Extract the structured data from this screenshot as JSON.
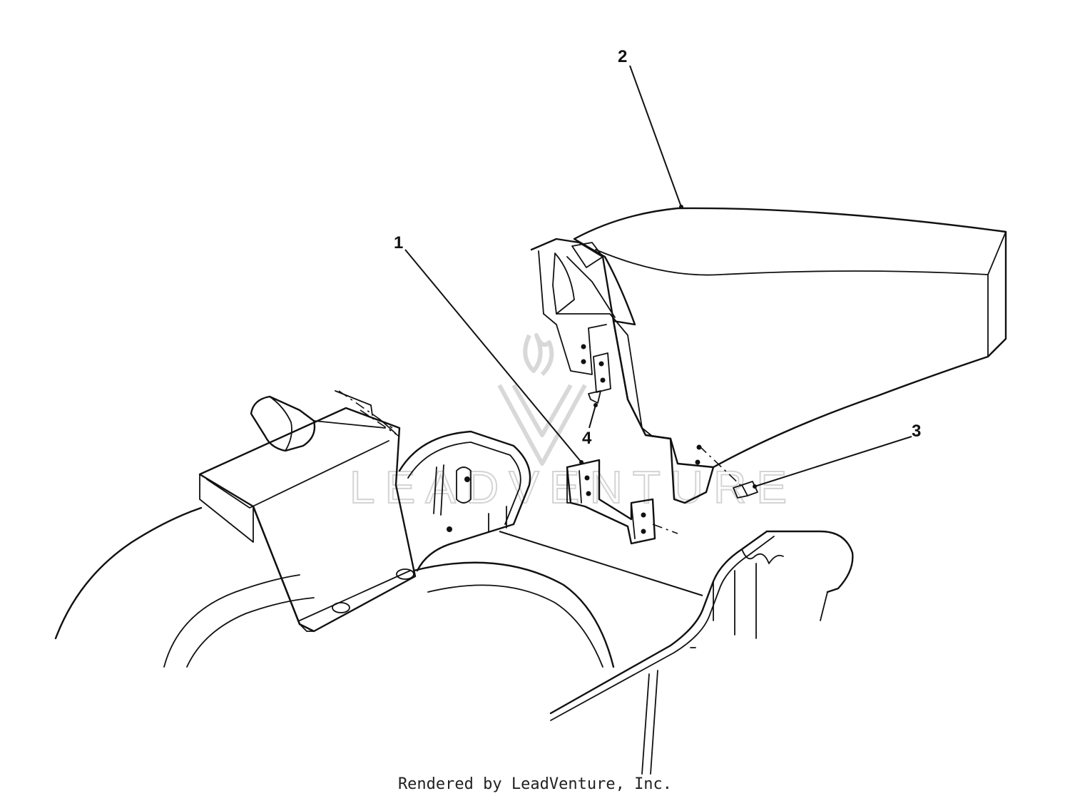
{
  "diagram": {
    "callouts": [
      {
        "id": "1",
        "label": "1"
      },
      {
        "id": "2",
        "label": "2"
      },
      {
        "id": "3",
        "label": "3"
      },
      {
        "id": "4",
        "label": "4"
      }
    ],
    "watermark_text": "LEADVENTURE",
    "footer_text": "Rendered by LeadVenture, Inc.",
    "colors": {
      "line": "#111111",
      "watermark": "#d4d4d4",
      "background": "#ffffff"
    }
  }
}
